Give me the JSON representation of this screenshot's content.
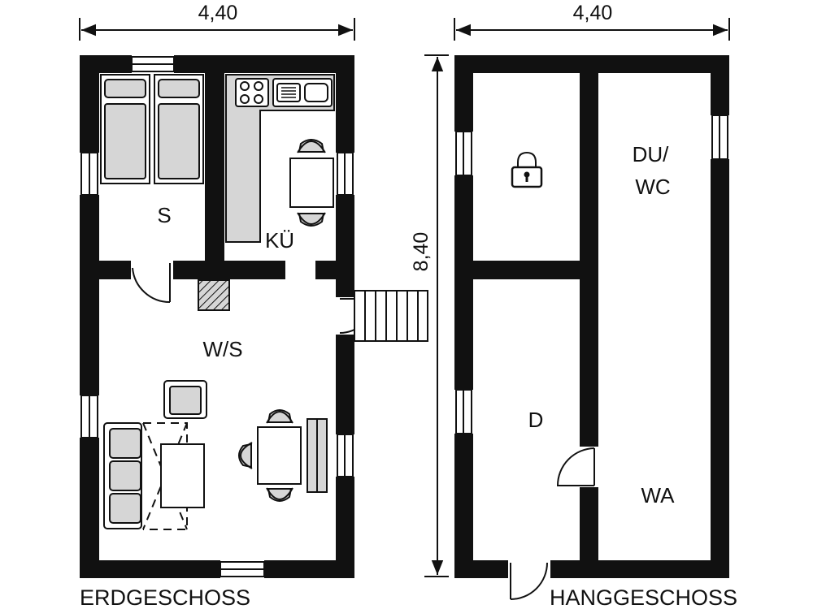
{
  "dimensions": {
    "left_width": "4,40",
    "right_width": "4,40",
    "height": "8,40"
  },
  "ground_floor": {
    "caption": "ERDGESCHOSS",
    "rooms": {
      "bedroom": "S",
      "kitchen": "KÜ",
      "living": "W/S"
    }
  },
  "lower_floor": {
    "caption": "HANGGESCHOSS",
    "rooms": {
      "bathroom_line1": "DU/",
      "bathroom_line2": "WC",
      "shower_room": "D",
      "laundry": "WA"
    }
  },
  "colors": {
    "wall": "#111111",
    "furniture_fill": "#d6d6d6",
    "background": "#ffffff"
  },
  "icons": [
    "lock-icon",
    "stairs",
    "doors",
    "windows",
    "beds",
    "stove",
    "sink",
    "sofa",
    "tables",
    "chairs",
    "fireplace"
  ]
}
